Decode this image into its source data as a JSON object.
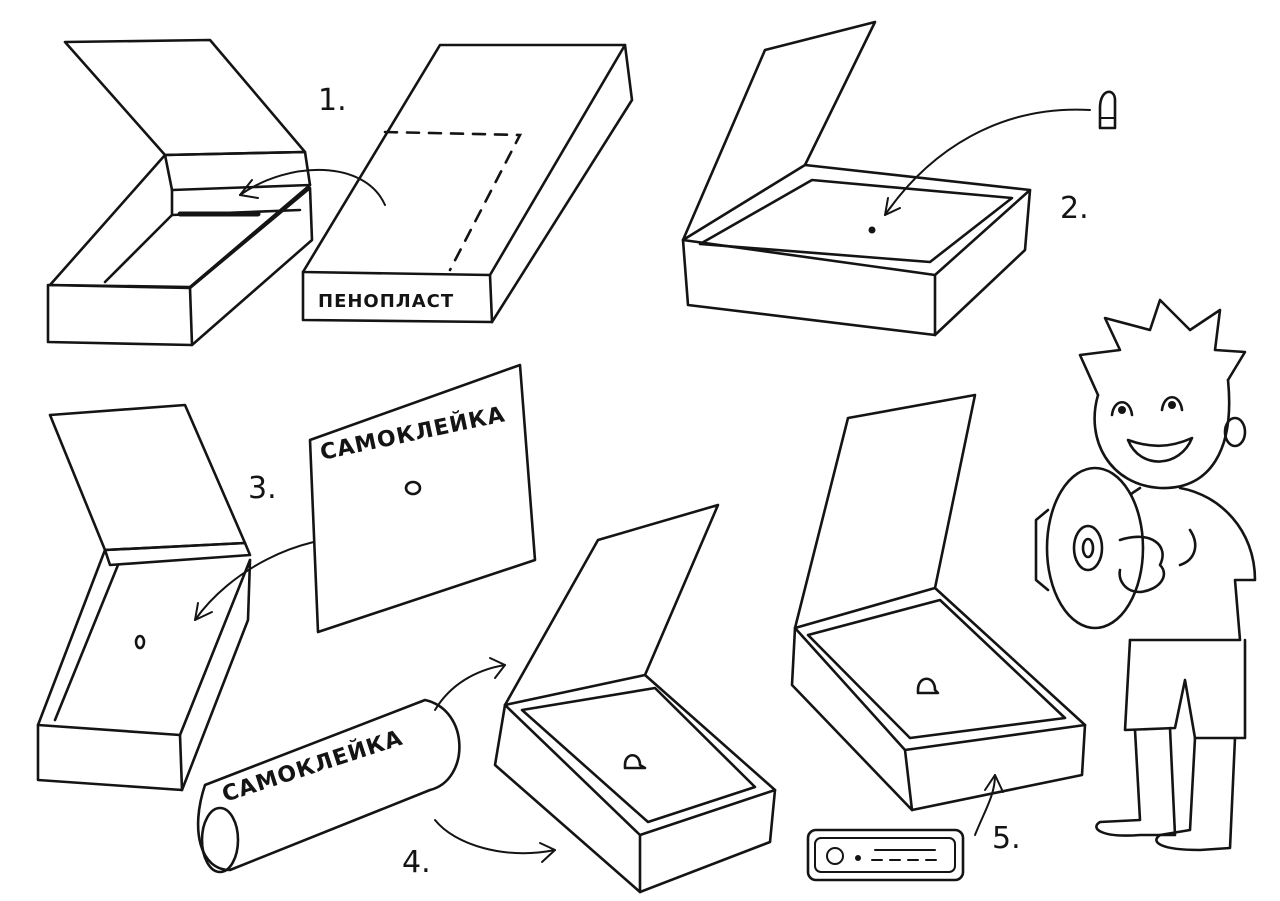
{
  "labels": {
    "foam": "ПЕНОПЛАСТ",
    "sticker_sheet": "САМОКЛЕЙКА",
    "sticker_roll": "САМОКЛЕЙКА"
  },
  "steps": {
    "s1": "1.",
    "s2": "2.",
    "s3": "3.",
    "s4": "4.",
    "s5": "5."
  },
  "colors": {
    "ink": "#141414",
    "paper": "#ffffff"
  }
}
